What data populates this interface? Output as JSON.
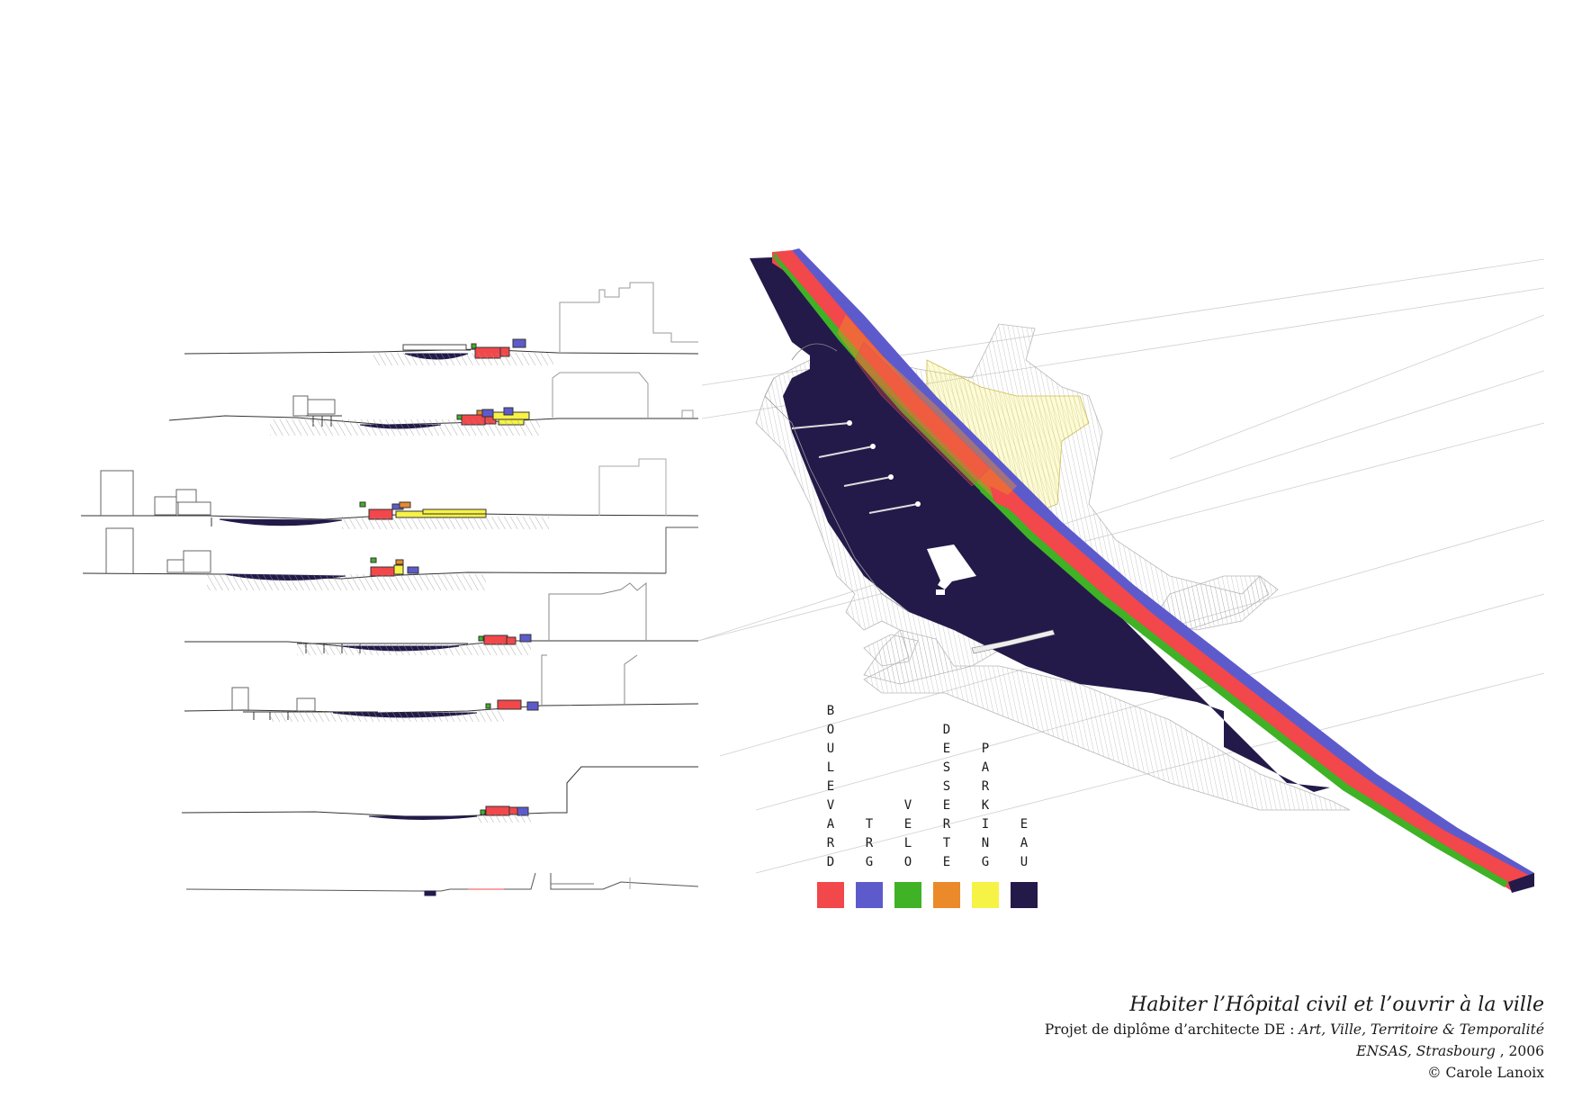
{
  "colors": {
    "boulevard": "#f2474b",
    "trg": "#5d5bcc",
    "velo": "#3fb226",
    "desserte": "#ea8a2a",
    "parking": "#f7f246",
    "eau": "#231a4a"
  },
  "legend": [
    {
      "id": "boulevard",
      "letters": [
        "B",
        "O",
        "U",
        "L",
        "E",
        "V",
        "A",
        "R",
        "D"
      ],
      "color": "#f2474b"
    },
    {
      "id": "trg",
      "letters": [
        "T",
        "R",
        "G"
      ],
      "color": "#5d5bcc"
    },
    {
      "id": "velo",
      "letters": [
        "V",
        "E",
        "L",
        "O"
      ],
      "color": "#3fb226"
    },
    {
      "id": "desserte",
      "letters": [
        "D",
        "E",
        "S",
        "S",
        "E",
        "R",
        "T",
        "E"
      ],
      "color": "#ea8a2a"
    },
    {
      "id": "parking",
      "letters": [
        "P",
        "A",
        "R",
        "K",
        "I",
        "N",
        "G"
      ],
      "color": "#f7f246"
    },
    {
      "id": "eau",
      "letters": [
        "E",
        "A",
        "U"
      ],
      "color": "#231a4a"
    }
  ],
  "credits": {
    "title": "Habiter l’Hôpital civil et l’ouvrir à la ville",
    "line2_prefix": "Projet de diplôme d’architecte DE : ",
    "line2_italic": "Art, Ville, Territoire & Temporalité",
    "line3_italic": "ENSAS, Strasbourg",
    "line3_suffix": " , 2006",
    "line4": "© Carole Lanoix"
  }
}
